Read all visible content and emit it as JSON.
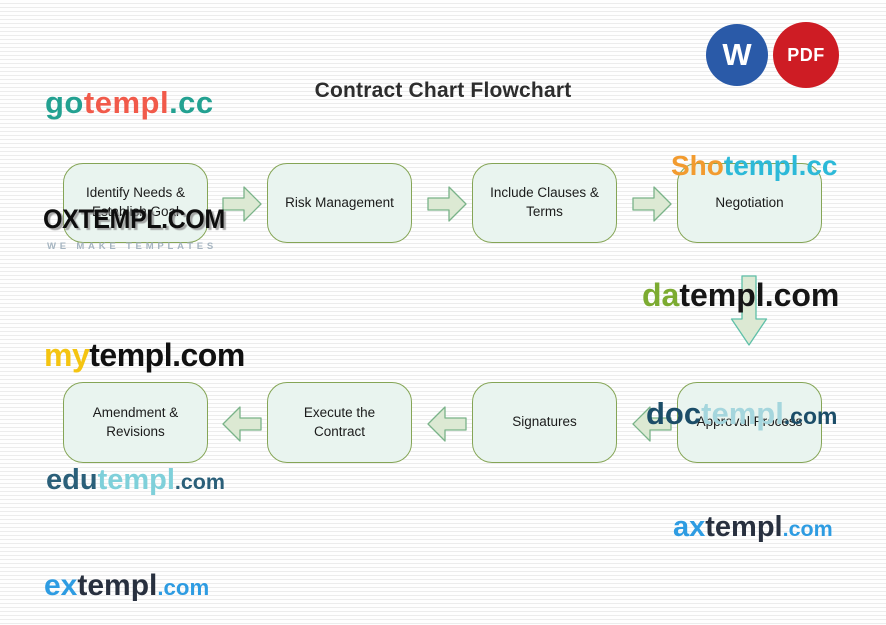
{
  "page": {
    "title": "Contract Chart Flowchart"
  },
  "format_badges": {
    "word": {
      "label": "W",
      "color": "#2a5aa8"
    },
    "pdf": {
      "label": "PDF",
      "color": "#ce1c24"
    }
  },
  "flowchart": {
    "box_fill": "#e9f4ef",
    "box_border": "#85a556",
    "arrow_fill": "#dce9d3",
    "arrow_border": "#7ab389",
    "down_arrow_border": "#5fc0a8",
    "row1": [
      {
        "label": "Identify Needs & Establish Goal"
      },
      {
        "label": "Risk Management"
      },
      {
        "label": "Include Clauses & Terms"
      },
      {
        "label": "Negotiation"
      }
    ],
    "row2": [
      {
        "label": "Amendment & Revisions"
      },
      {
        "label": "Execute the Contract"
      },
      {
        "label": "Signatures"
      },
      {
        "label": "Approval Process"
      }
    ]
  },
  "watermarks": {
    "gotempl": {
      "parts": [
        {
          "text": "go",
          "color": "#23a191"
        },
        {
          "text": "templ",
          "color": "#f15a4a"
        },
        {
          "text": ".cc",
          "color": "#23a191"
        }
      ]
    },
    "oxtempl": {
      "title": "OXTEMPL.COM",
      "title_color": "#0e0e0e",
      "tagline": "WE MAKE TEMPLATES",
      "tagline_color": "#a6b5c1"
    },
    "shotempl": {
      "parts": [
        {
          "text": "Sho",
          "color": "#f29b2f"
        },
        {
          "text": "templ.cc",
          "color": "#2cb9d8"
        }
      ]
    },
    "datempl": {
      "parts": [
        {
          "text": "da",
          "color": "#7cab31"
        },
        {
          "text": "templ.com",
          "color": "#161616"
        }
      ]
    },
    "mytempl": {
      "parts": [
        {
          "text": "my",
          "color": "#f4c411"
        },
        {
          "text": "templ.com",
          "color": "#111111"
        }
      ]
    },
    "doctempl": {
      "parts": [
        {
          "text": "doc",
          "color": "#1b4d68"
        },
        {
          "text": "templ",
          "color": "#a5d6dd"
        },
        {
          "text": ".com",
          "color": "#1b4d68"
        }
      ]
    },
    "edutempl": {
      "parts": [
        {
          "text": "edu",
          "color": "#2a5f79"
        },
        {
          "text": "templ",
          "color": "#7fd0da"
        },
        {
          "text": ".com",
          "color": "#2a5f79"
        }
      ]
    },
    "axtempl": {
      "parts": [
        {
          "text": "ax",
          "color": "#2e9ce2"
        },
        {
          "text": "templ",
          "color": "#28303f"
        },
        {
          "text": ".com",
          "color": "#2e9ce2"
        }
      ]
    },
    "extempl": {
      "parts": [
        {
          "text": "ex",
          "color": "#2e9ce2"
        },
        {
          "text": "templ",
          "color": "#28303f"
        },
        {
          "text": ".com",
          "color": "#2e9ce2"
        }
      ]
    }
  }
}
